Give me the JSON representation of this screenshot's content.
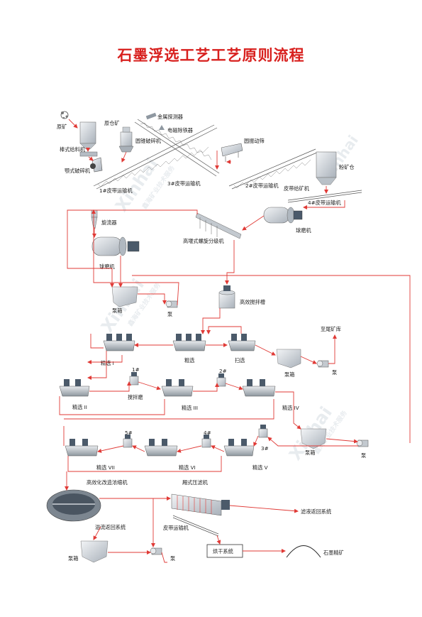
{
  "title": "石墨浮选工艺工艺原则流程",
  "watermark": {
    "brand": "Xinhai",
    "cn": "鑫海矿业技术服务"
  },
  "labels": {
    "raw_ore": "原矿",
    "raw_bin": "原仓矿",
    "metal_detector": "金属探测器",
    "magnetic_iron_remover": "电磁除铁器",
    "cone_crusher": "圆锥破碎机",
    "grizzly_feeder": "棒式给料机",
    "jaw_crusher": "颚式破碎机",
    "belt1": "1#皮带运输机",
    "belt3": "3#皮带运输机",
    "vibrating_screen": "圆振动筛",
    "belt2": "2#皮带运输机",
    "belt_feeder": "皮带给矿机",
    "powder_bin": "粉矿仓",
    "belt4": "4#皮带运输机",
    "cyclone": "旋流器",
    "spiral_classifier": "高堰式螺旋分级机",
    "ball_mill_1": "球磨机",
    "ball_mill_2": "球磨机",
    "pump_box_1": "泵箱",
    "pump_1": "泵",
    "agitation_tank": "高效搅拌槽",
    "clean1": "精选 I",
    "rough": "粗选",
    "scav": "扫选",
    "to_tailings": "至尾矿库",
    "pump_box_2": "泵箱",
    "pump_2": "泵",
    "mixer1_num": "1#",
    "mixer1": "搅拌磨",
    "mixer2_num": "2#",
    "clean2": "精选 II",
    "clean3": "精选 III",
    "clean4": "精选 IV",
    "mixer5_num": "5#",
    "mixer4_num": "4#",
    "mixer3_num": "3#",
    "pump_box_3": "泵箱",
    "pump_3": "泵",
    "clean7": "精选 VII",
    "clean6": "精选 VI",
    "clean5": "精选 V",
    "thickener": "高效化改造浓缩机",
    "filter_press": "厢式压滤机",
    "overflow": "溢流返回系统",
    "filtrate": "滤液返回系统",
    "belt_conveyor": "皮带运输机",
    "pump_box_4": "泵箱",
    "pump_4": "泵",
    "dryer": "烘干系统",
    "concentrate": "石墨精矿"
  },
  "colors": {
    "title": "#d8201e",
    "flow": "#e03a36",
    "equipment": "#9aa3ad"
  }
}
